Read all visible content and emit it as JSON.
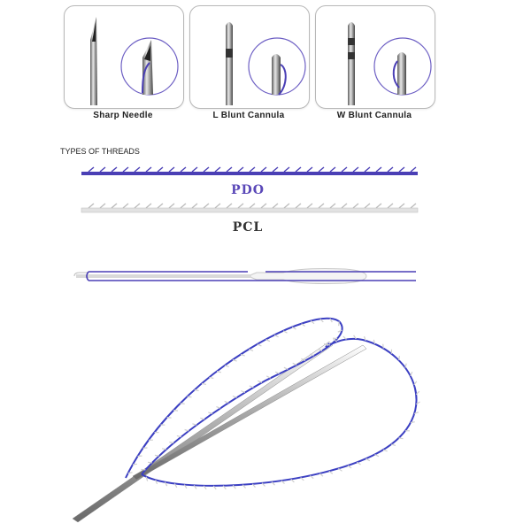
{
  "needles": [
    {
      "label": "Sharp Needle"
    },
    {
      "label": "L Blunt Cannula"
    },
    {
      "label": "W Blunt Cannula"
    }
  ],
  "threads": {
    "heading": "TYPES OF THREADS",
    "pdo_label": "PDO",
    "pcl_label": "PCL"
  },
  "colors": {
    "pdo": "#4a3fb5",
    "pcl": "#d6d6d6",
    "steel": "#9a9a9a",
    "card_border": "#b8b8b8"
  }
}
